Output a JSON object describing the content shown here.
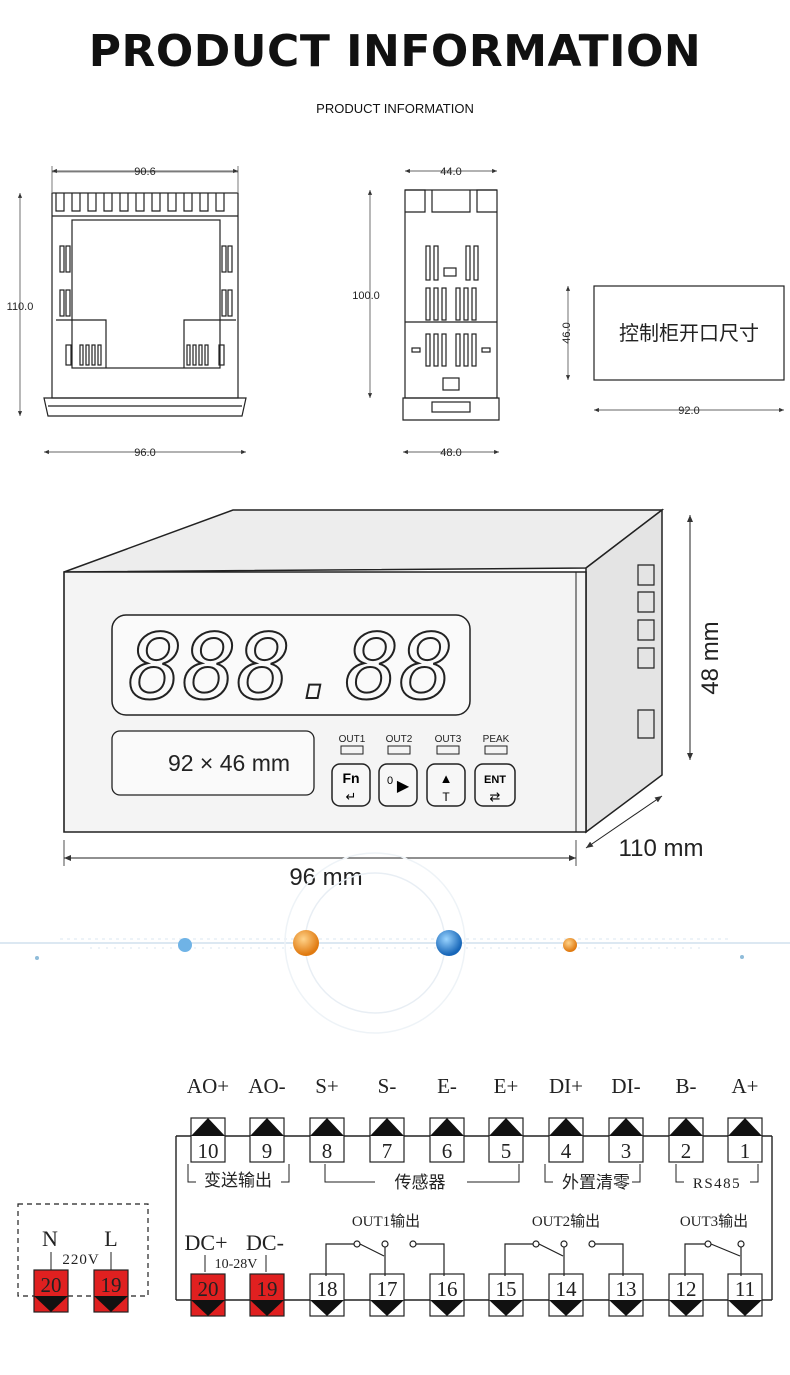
{
  "header": {
    "title": "PRODUCT INFORMATION",
    "subtitle": "PRODUCT INFORMATION"
  },
  "dimensions": {
    "front": {
      "width_top": "90.6",
      "height": "110.0",
      "width_bottom": "96.0"
    },
    "side": {
      "width_top": "44.0",
      "height": "100.0",
      "width_bottom": "48.0"
    },
    "cutout": {
      "label": "控制柜开口尺寸",
      "height": "46.0",
      "width": "92.0"
    }
  },
  "device": {
    "display_digits": "888.88",
    "panel_size_label": "92 × 46 mm",
    "indicators": [
      "OUT1",
      "OUT2",
      "OUT3",
      "PEAK"
    ],
    "keys": [
      {
        "top": "Fn",
        "bottom": "↵"
      },
      {
        "top": "0",
        "bottom": "▶"
      },
      {
        "top": "▲",
        "bottom": "T"
      },
      {
        "top": "ENT",
        "bottom": "⇄"
      }
    ],
    "width_label": "96 mm",
    "height_label": "48 mm",
    "depth_label": "110 mm"
  },
  "wiring": {
    "top_labels": [
      "AO+",
      "AO-",
      "S+",
      "S-",
      "E-",
      "E+",
      "DI+",
      "DI-",
      "B-",
      "A+"
    ],
    "top_numbers": [
      "10",
      "9",
      "8",
      "7",
      "6",
      "5",
      "4",
      "3",
      "2",
      "1"
    ],
    "group_labels": [
      "变送输出",
      "传感器",
      "外置清零",
      "RS485"
    ],
    "bottom_numbers": [
      "20",
      "19",
      "18",
      "17",
      "16",
      "15",
      "14",
      "13",
      "12",
      "11"
    ],
    "dc_plus": "DC+",
    "dc_minus": "DC-",
    "dc_range": "10-28V",
    "out_labels": [
      "OUT1输出",
      "OUT2输出",
      "OUT3输出"
    ],
    "ac": {
      "n": "N",
      "l": "L",
      "voltage": "220V",
      "numbers": [
        "20",
        "19"
      ]
    },
    "colors": {
      "red_terminal": "#e02020",
      "black": "#111111"
    }
  }
}
